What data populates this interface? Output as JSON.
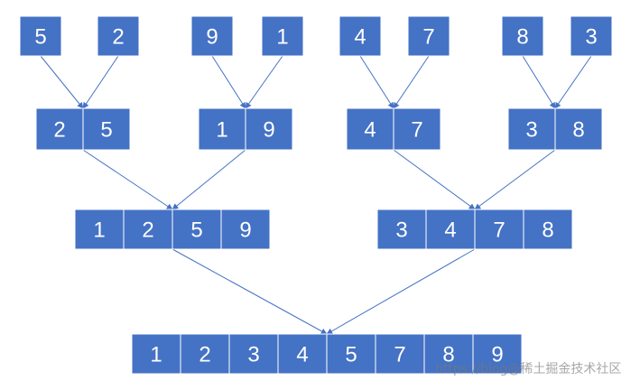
{
  "diagram": {
    "box_color": "#4472C4",
    "text_color": "#FFFFFF",
    "arrow_color": "#4472C4",
    "levels": [
      {
        "name": "level-1",
        "groups": [
          [
            "5"
          ],
          [
            "2"
          ],
          [
            "9"
          ],
          [
            "1"
          ],
          [
            "4"
          ],
          [
            "7"
          ],
          [
            "8"
          ],
          [
            "3"
          ]
        ]
      },
      {
        "name": "level-2",
        "groups": [
          [
            "2",
            "5"
          ],
          [
            "1",
            "9"
          ],
          [
            "4",
            "7"
          ],
          [
            "3",
            "8"
          ]
        ]
      },
      {
        "name": "level-3",
        "groups": [
          [
            "1",
            "2",
            "5",
            "9"
          ],
          [
            "3",
            "4",
            "7",
            "8"
          ]
        ]
      },
      {
        "name": "level-4",
        "groups": [
          [
            "1",
            "2",
            "3",
            "4",
            "5",
            "7",
            "8",
            "9"
          ]
        ]
      }
    ]
  },
  "watermark": "https://blog@稀土掘金技术社区"
}
